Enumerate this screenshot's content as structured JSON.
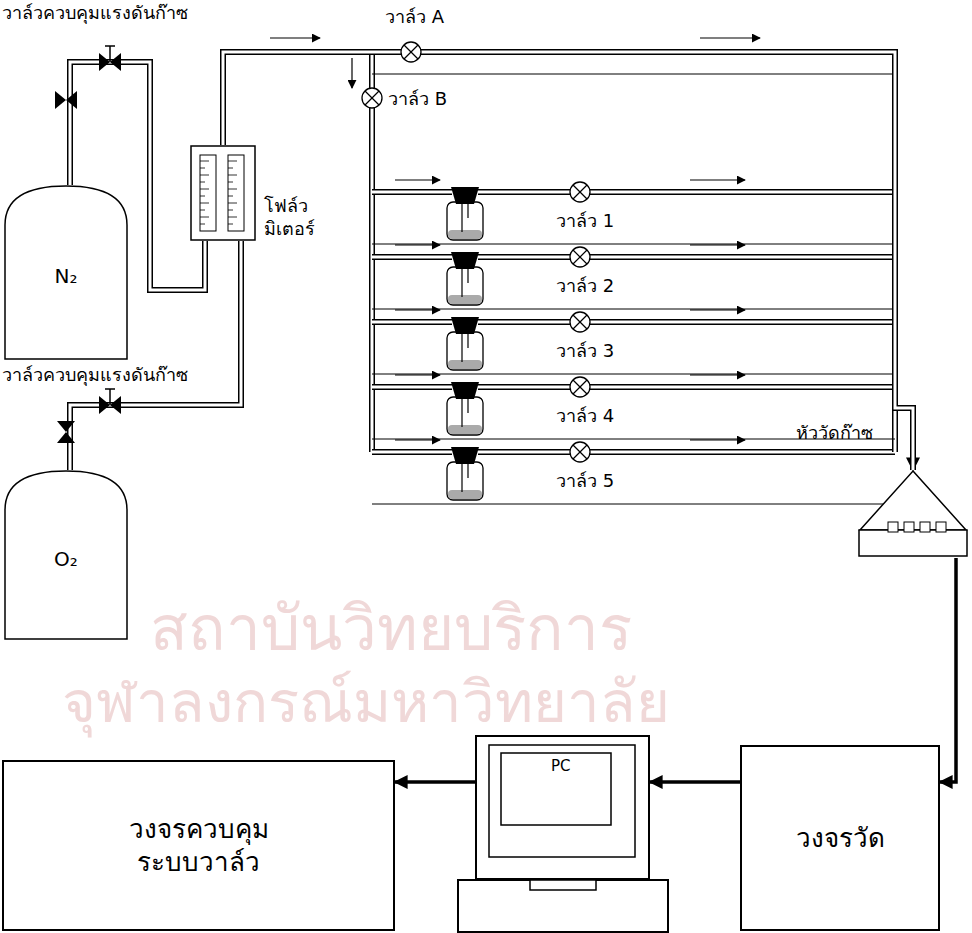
{
  "diagram": {
    "nodes": [
      {
        "text": [
          "N₂"
        ]
      },
      {
        "text": [
          "โฟล์ว มิเตอร์"
        ]
      },
      {
        "text": [
          "O₂"
        ]
      },
      {
        "text": [
          "หัววัดก๊าซ"
        ]
      },
      {
        "text": [
          "วงจรควบคุม ระบบวาล์ว"
        ]
      },
      {
        "text": [
          "PC"
        ]
      },
      {
        "text": [
          "วงจรวัด"
        ]
      }
    ],
    "edges": [
      {
        "from": 0,
        "to": 1,
        "arrow": "none"
      },
      {
        "from": 2,
        "to": 1,
        "arrow": "none"
      },
      {
        "from": 1,
        "to": 3,
        "arrow": "to"
      },
      {
        "from": 3,
        "to": 6,
        "arrow": "to"
      },
      {
        "from": 6,
        "to": 5,
        "arrow": "to"
      },
      {
        "from": 5,
        "to": 4,
        "arrow": "to"
      }
    ],
    "labels": [
      "วาล์วควบคุมแรงดันก๊าซ",
      "วาล์ว A",
      "วาล์ว B",
      "วาล์ว 1",
      "วาล์ว 2",
      "วาล์ว 3",
      "วาล์วควบคุมแรงดันก๊าซ",
      "วาล์ว 4",
      "วาล์ว 5",
      "สถาบันวิทยบริการ",
      "จุฬาลงกรณ์มหาวิทยาลัย"
    ]
  }
}
